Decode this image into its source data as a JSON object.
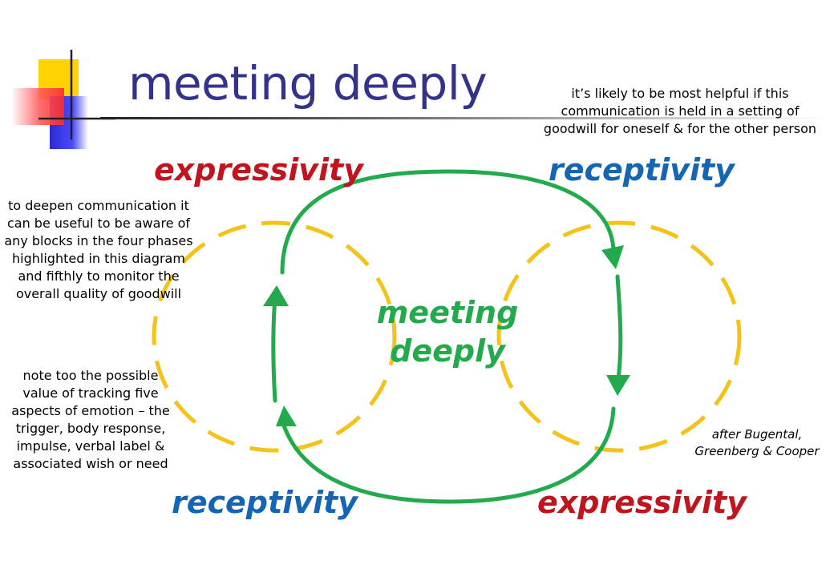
{
  "slide": {
    "title": "meeting deeply"
  },
  "notes": {
    "top_right": [
      "it’s likely to be most helpful if this",
      "communication is held in a setting of",
      "goodwill for oneself & for the other person"
    ],
    "left_top": [
      "to deepen communication it",
      "can be useful to be aware of",
      "any blocks in the four phases",
      "highlighted in this diagram",
      "and fifthly to monitor the",
      "overall quality of goodwill"
    ],
    "left_bottom": [
      "note too the possible",
      "value of tracking five",
      "aspects of emotion – the",
      "trigger, body response,",
      "impulse, verbal label &",
      "associated wish or need"
    ],
    "credit": [
      "after Bugental,",
      "Greenberg & Cooper"
    ]
  },
  "diagram": {
    "labels": {
      "top_left": "expressivity",
      "top_right": "receptivity",
      "bottom_left": "receptivity",
      "bottom_right": "expressivity",
      "center_line1": "meeting",
      "center_line2": "deeply"
    },
    "colors": {
      "title": "#33338a",
      "expressivity": "#c0141e",
      "receptivity": "#1466b4",
      "loop": "#22aa4c",
      "circles": "#f5c21b"
    }
  }
}
